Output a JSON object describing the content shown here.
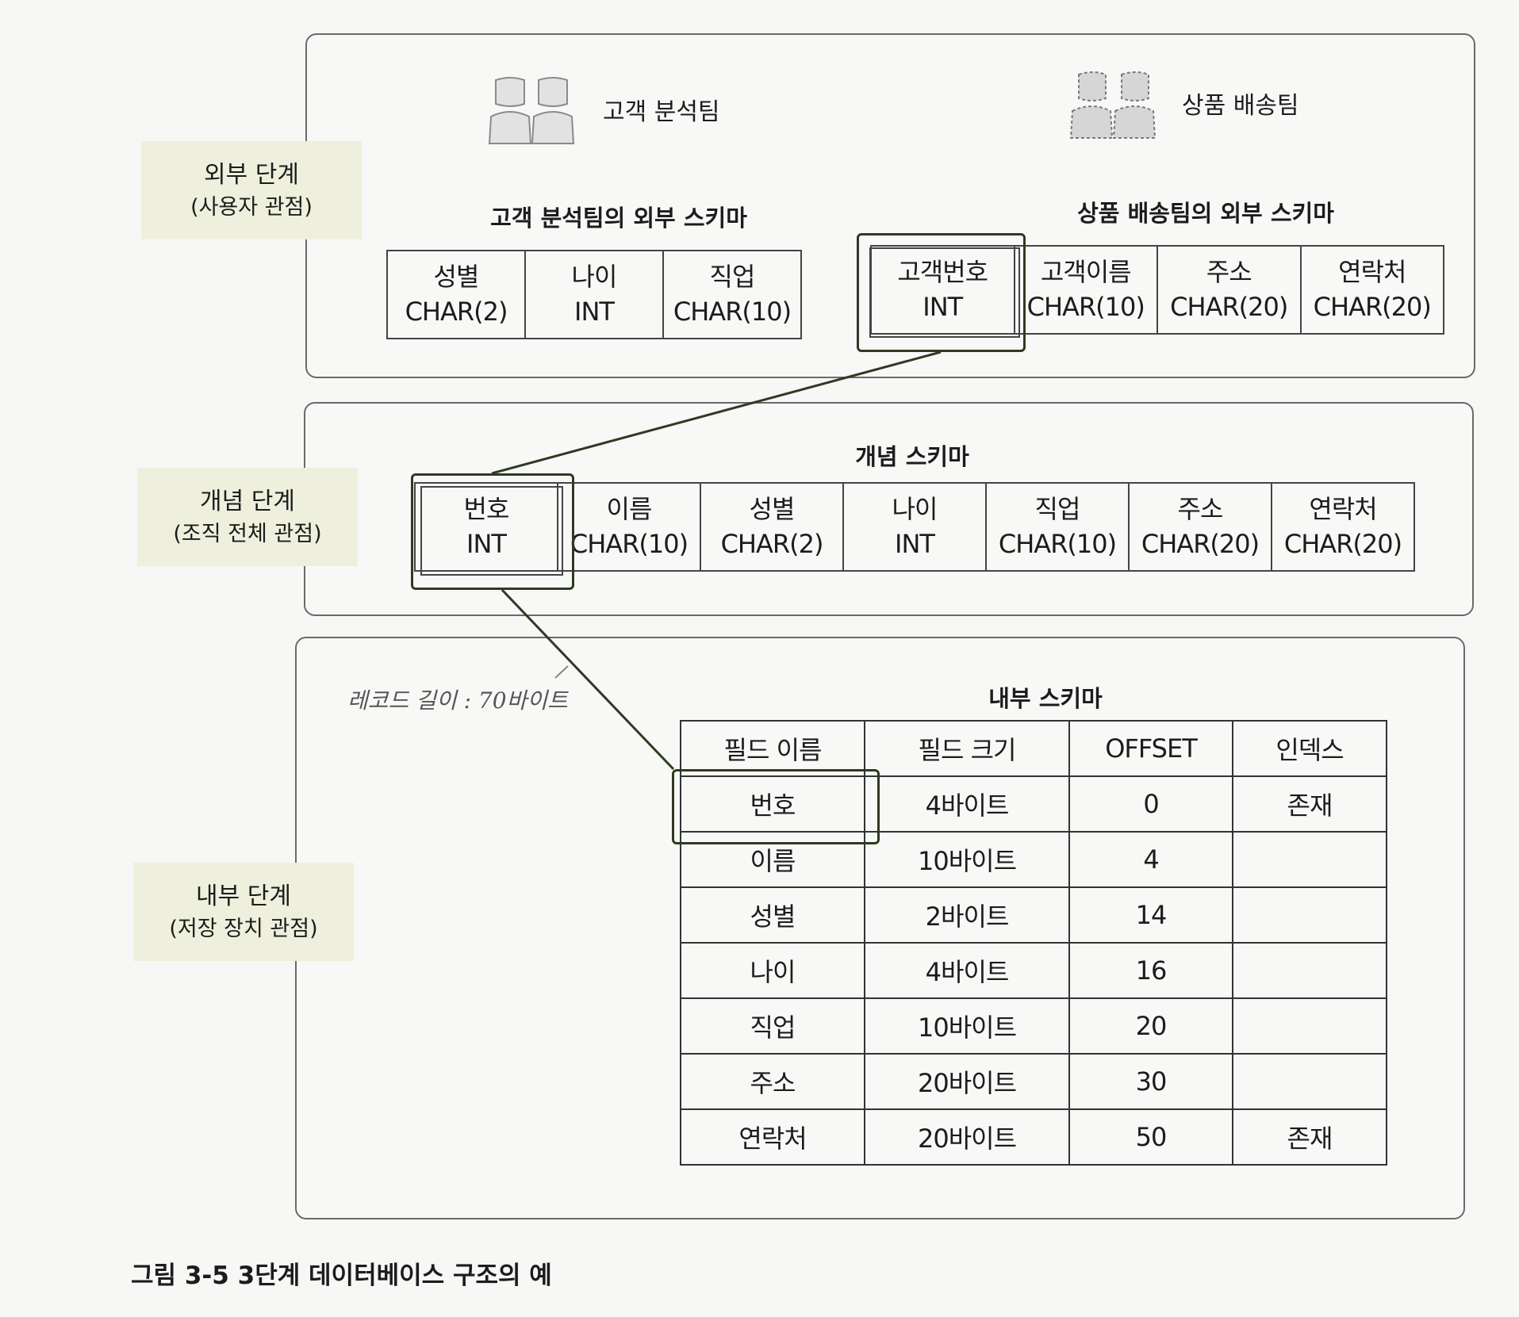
{
  "levels": {
    "external": {
      "label": "외부 단계",
      "sub": "(사용자 관점)"
    },
    "conceptual": {
      "label": "개념 단계",
      "sub": "(조직 전체 관점)"
    },
    "internal": {
      "label": "내부 단계",
      "sub": "(저장 장치 관점)"
    }
  },
  "icons": {
    "team_icon": "people-icon"
  },
  "teams": {
    "analysis": "고객 분석팀",
    "delivery": "상품 배송팀"
  },
  "external_schemas": {
    "analysis": {
      "title": "고객 분석팀의 외부 스키마",
      "fields": [
        {
          "name": "성별",
          "type": "CHAR(2)"
        },
        {
          "name": "나이",
          "type": "INT"
        },
        {
          "name": "직업",
          "type": "CHAR(10)"
        }
      ]
    },
    "delivery": {
      "title": "상품 배송팀의 외부 스키마",
      "fields": [
        {
          "name": "고객번호",
          "type": "INT"
        },
        {
          "name": "고객이름",
          "type": "CHAR(10)"
        },
        {
          "name": "주소",
          "type": "CHAR(20)"
        },
        {
          "name": "연락처",
          "type": "CHAR(20)"
        }
      ]
    }
  },
  "conceptual_schema": {
    "title": "개념 스키마",
    "fields": [
      {
        "name": "번호",
        "type": "INT"
      },
      {
        "name": "이름",
        "type": "CHAR(10)"
      },
      {
        "name": "성별",
        "type": "CHAR(2)"
      },
      {
        "name": "나이",
        "type": "INT"
      },
      {
        "name": "직업",
        "type": "CHAR(10)"
      },
      {
        "name": "주소",
        "type": "CHAR(20)"
      },
      {
        "name": "연락처",
        "type": "CHAR(20)"
      }
    ]
  },
  "internal_schema": {
    "title": "내부 스키마",
    "note": "레코드 길이 : 70바이트",
    "headers": [
      "필드 이름",
      "필드 크기",
      "OFFSET",
      "인덱스"
    ],
    "rows": [
      [
        "번호",
        "4바이트",
        "0",
        "존재"
      ],
      [
        "이름",
        "10바이트",
        "4",
        ""
      ],
      [
        "성별",
        "2바이트",
        "14",
        ""
      ],
      [
        "나이",
        "4바이트",
        "16",
        ""
      ],
      [
        "직업",
        "10바이트",
        "20",
        ""
      ],
      [
        "주소",
        "20바이트",
        "30",
        ""
      ],
      [
        "연락처",
        "20바이트",
        "50",
        "존재"
      ]
    ]
  },
  "caption": "그림 3-5  3단계 데이터베이스 구조의 예"
}
